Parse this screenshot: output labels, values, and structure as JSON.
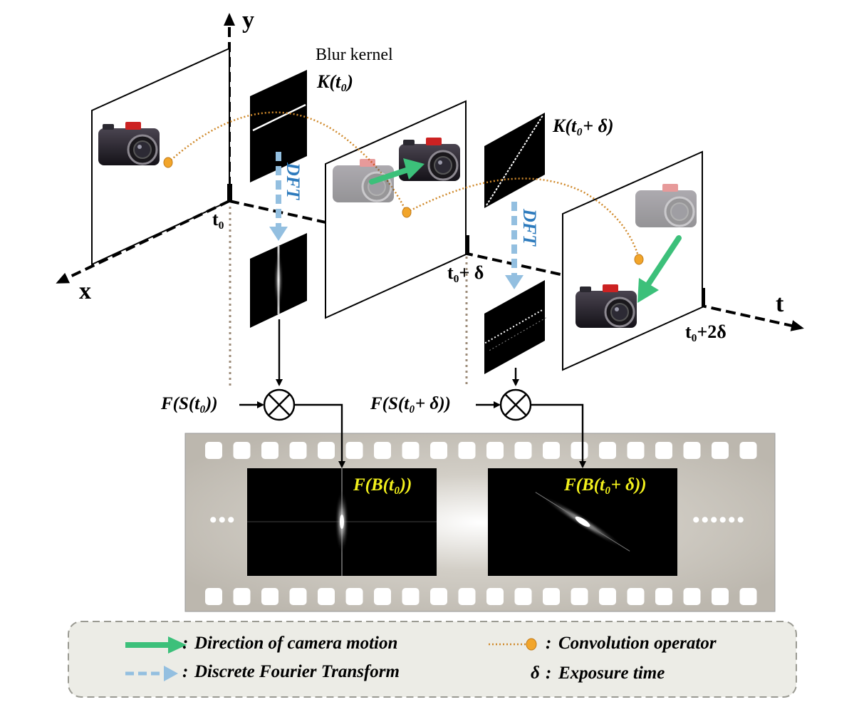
{
  "axes": {
    "x": "x",
    "y": "y",
    "t": "t"
  },
  "ticks": {
    "t0": "t₀",
    "t0_plus_delta": "t₀+ δ",
    "t0_plus_2delta": "t₀+2δ"
  },
  "kernels": {
    "title": "Blur kernel",
    "k1": "K(t₀)",
    "k2": "K(t₀+ δ)"
  },
  "transform": {
    "dft1": "DFT",
    "dft2": "DFT"
  },
  "products": {
    "s1": "F(S(t₀))",
    "s2": "F(S(t₀+ δ))"
  },
  "spectra": {
    "b1": "F(B(t₀))",
    "b2": "F(B(t₀+ δ))",
    "dots_left": "•••",
    "dots_right": "••••••"
  },
  "legend": {
    "separator": ":",
    "motion": "Direction of camera motion",
    "dft": "Discrete Fourier Transform",
    "conv": "Convolution operator",
    "delta_symbol": "δ",
    "exposure": "Exposure time"
  },
  "colors": {
    "motion_arrow": "#3cc07a",
    "dft_arrow": "#93bfe0",
    "dft_text": "#2e7bbd",
    "convolution": "#d08a2c",
    "convolution_dot": "#f2a52a",
    "spectrum_label": "#f2f01c",
    "film_strip": "#c8c4bc",
    "legend_bg": "#ecece6"
  }
}
